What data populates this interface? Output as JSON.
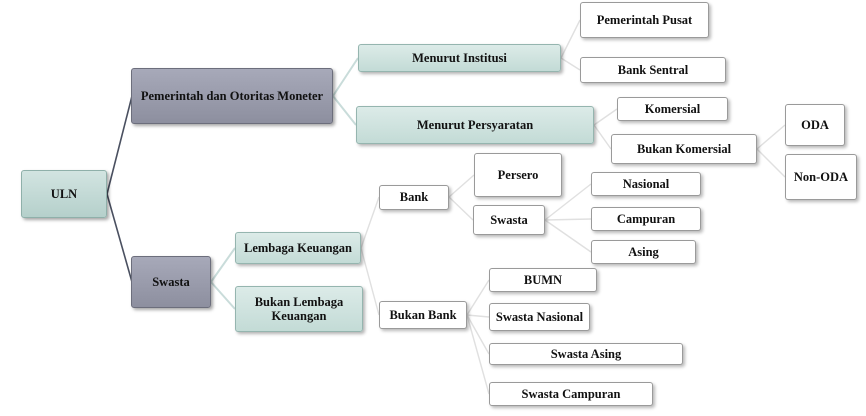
{
  "diagram": {
    "root": "ULN",
    "sector_government": "Pemerintah dan  Otoritas Moneter",
    "sector_private": "Swasta",
    "by_institution": "Menurut Institusi",
    "central_government": "Pemerintah Pusat",
    "central_bank": "Bank Sentral",
    "by_terms": "Menurut Persyaratan",
    "commercial": "Komersial",
    "non_commercial": "Bukan Komersial",
    "oda": "ODA",
    "non_oda": "Non-ODA",
    "financial_institution": "Lembaga  Keuangan",
    "non_financial_institution": "Bukan Lembaga Keuangan",
    "bank": "Bank",
    "non_bank": "Bukan Bank",
    "persero": "Persero",
    "bank_private": "Swasta",
    "national": "Nasional",
    "mixed": "Campuran",
    "foreign": "Asing",
    "bumn": "BUMN",
    "private_national": "Swasta Nasional",
    "private_foreign": "Swasta Asing",
    "private_mixed": "Swasta Campuran"
  },
  "colors": {
    "connector": "#4a5060",
    "connector_light": "#c9dcda",
    "connector_faint": "#e0e0e0"
  }
}
